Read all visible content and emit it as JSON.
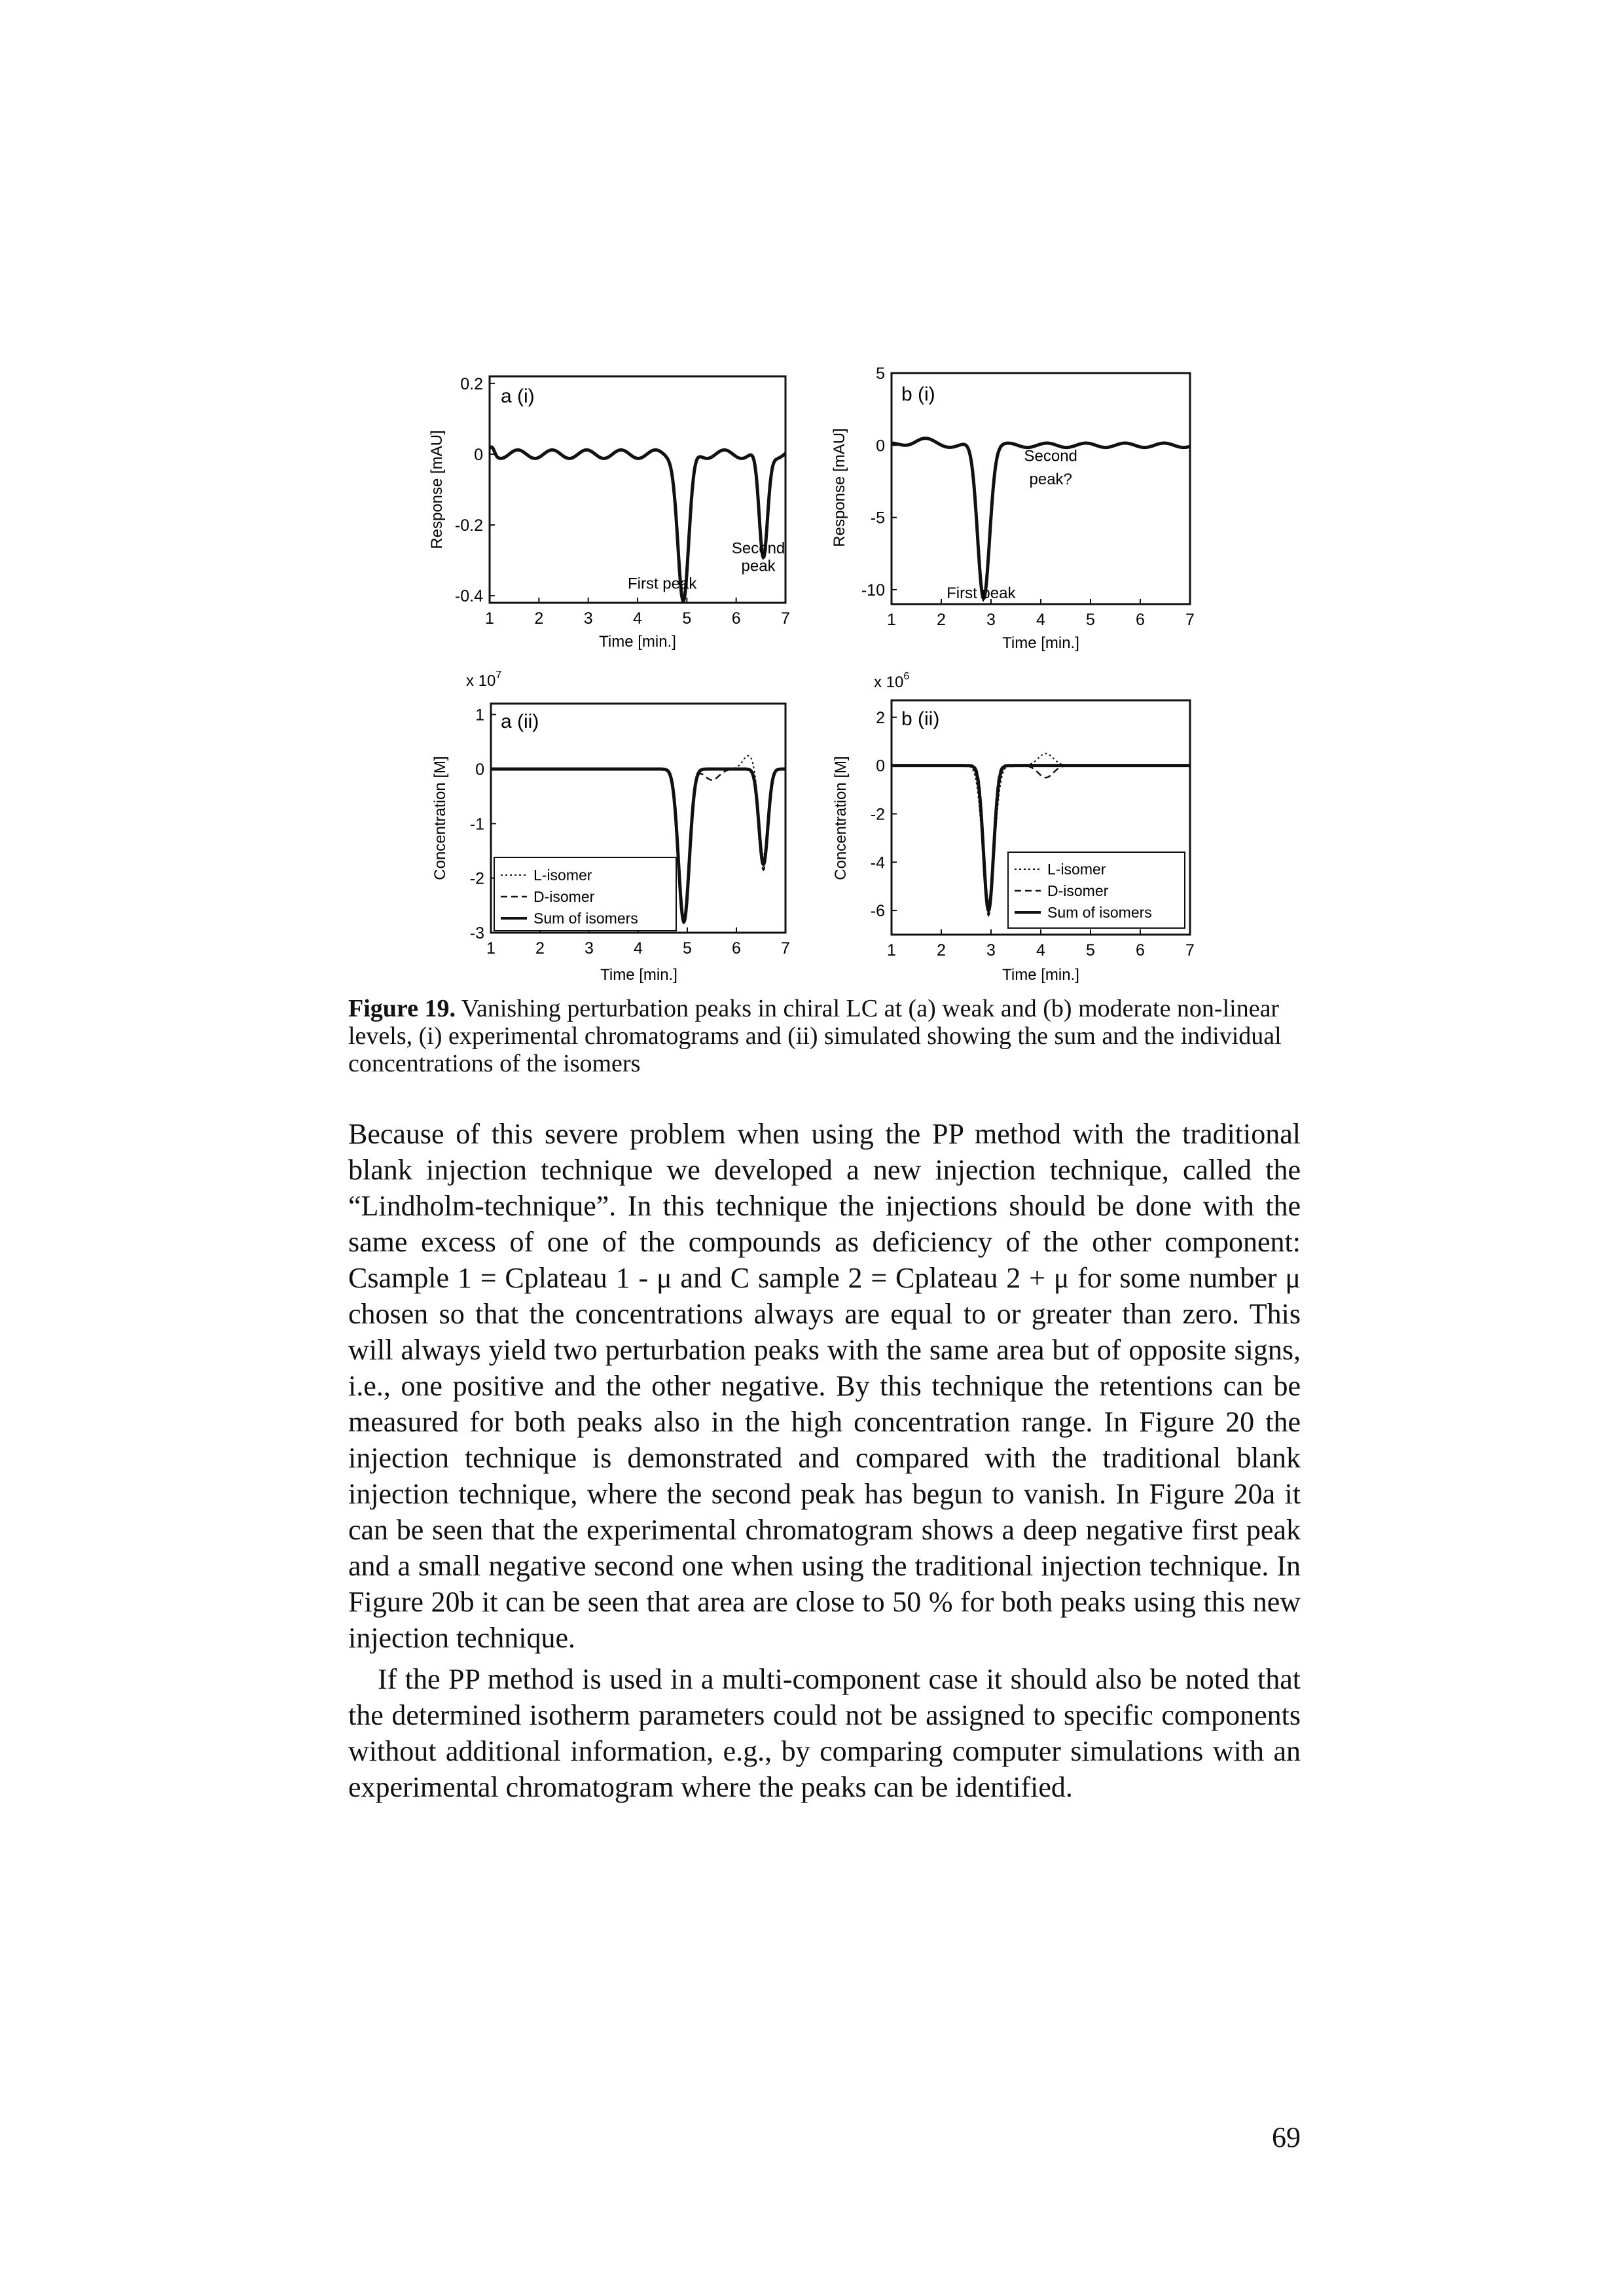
{
  "figure": {
    "panels": [
      {
        "id": "a_i",
        "label": "a (i)",
        "ylabel": "Response [mAU]",
        "xlabel": "Time [min.]",
        "multiplier": "",
        "xticks": [
          "1",
          "2",
          "3",
          "4",
          "5",
          "6",
          "7"
        ],
        "yticks": [
          {
            "v": 0.2,
            "label": "0.2"
          },
          {
            "v": 0,
            "label": "0"
          },
          {
            "v": -0.2,
            "label": "-0.2"
          },
          {
            "v": -0.4,
            "label": "-0.4"
          }
        ],
        "annotations": [
          {
            "text": "First peak",
            "x": 4.5,
            "y": -0.38
          },
          {
            "text": "Second",
            "x": 6.45,
            "y": -0.28
          },
          {
            "text": "peak",
            "x": 6.45,
            "y": -0.33
          }
        ]
      },
      {
        "id": "b_i",
        "label": "b (i)",
        "ylabel": "Response [mAU]",
        "xlabel": "Time [min.]",
        "multiplier": "",
        "xticks": [
          "1",
          "2",
          "3",
          "4",
          "5",
          "6",
          "7"
        ],
        "yticks": [
          {
            "v": 5,
            "label": "5"
          },
          {
            "v": 0,
            "label": "0"
          },
          {
            "v": -5,
            "label": "-5"
          },
          {
            "v": -10,
            "label": "-10"
          }
        ],
        "annotations": [
          {
            "text": "First peak",
            "x": 2.8,
            "y": -10.6
          },
          {
            "text": "Second",
            "x": 4.2,
            "y": -1.1
          },
          {
            "text": "peak?",
            "x": 4.2,
            "y": -2.7
          }
        ]
      },
      {
        "id": "a_ii",
        "label": "a (ii)",
        "ylabel": "Concentration [M]",
        "xlabel": "Time [min.]",
        "multiplier": "x 10",
        "multiplier_exp": "7",
        "xticks": [
          "1",
          "2",
          "3",
          "4",
          "5",
          "6",
          "7"
        ],
        "yticks": [
          {
            "v": 1,
            "label": "1"
          },
          {
            "v": 0,
            "label": "0"
          },
          {
            "v": -1,
            "label": "-1"
          },
          {
            "v": -2,
            "label": "-2"
          },
          {
            "v": -3,
            "label": "-3"
          }
        ],
        "legend": [
          "L-isomer",
          "D-isomer",
          "Sum of isomers"
        ]
      },
      {
        "id": "b_ii",
        "label": "b (ii)",
        "ylabel": "Concentration [M]",
        "xlabel": "Time [min.]",
        "multiplier": "x 10",
        "multiplier_exp": "6",
        "xticks": [
          "1",
          "2",
          "3",
          "4",
          "5",
          "6",
          "7"
        ],
        "yticks": [
          {
            "v": 2,
            "label": "2"
          },
          {
            "v": 0,
            "label": "0"
          },
          {
            "v": -2,
            "label": "-2"
          },
          {
            "v": -4,
            "label": "-4"
          },
          {
            "v": -6,
            "label": "-6"
          }
        ],
        "legend": [
          "L-isomer",
          "D-isomer",
          "Sum of isomers"
        ]
      }
    ]
  },
  "caption": {
    "label": "Figure 19.",
    "text": " Vanishing perturbation peaks in chiral LC at (a) weak and (b) moderate non-linear levels, (i) experimental chromatograms and (ii) simulated showing the sum and the individual concentrations of the isomers"
  },
  "paragraphs": [
    "Because of this severe problem when using the PP method with the tradi­tional blank injection technique we developed a new injection technique, called the “Lindholm-technique”. In this technique the injections should be done with the same excess of one of the compounds as deficiency of the other component: Csample 1 = Cplateau 1 - μ and C sample 2 = Cplateau 2 + μ for some number μ chosen so that the concentrations always are equal to or greater than zero. This will always yield two perturbation peaks with the same area but of opposite signs, i.e., one positive and the other negative. By this tech­nique the retentions can be measured for both peaks also in the high concen­tration range. In Figure 20 the injection technique is demonstrated and com­pared with the traditional blank injection technique, where the second peak has begun to vanish. In Figure 20a it can be seen that the experimental chromatogram shows a deep negative first peak and a small negative second one when using the traditional injection technique. In Figure 20b it can be seen that area are close to 50 % for both peaks using this new injection tech­nique.",
    "If the PP method is used in a multi-component case it should also be noted that the determined isotherm parameters could not be assigned to spe­cific components without additional information, e.g., by comparing com­puter simulations with an experimental chromatogram where the peaks can be identified."
  ],
  "page_number": "69"
}
